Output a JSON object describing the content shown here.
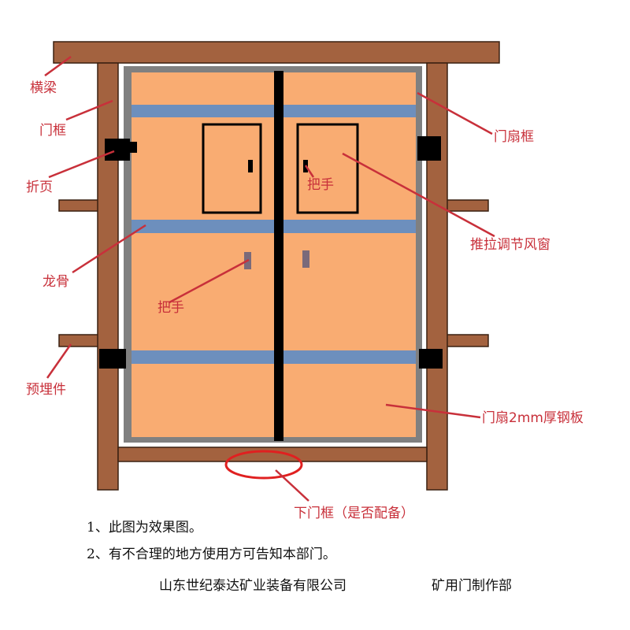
{
  "colors": {
    "wood": "#a3623f",
    "frame_gray": "#808080",
    "leaf_orange": "#f9ac72",
    "keel_blue": "#6d8fbd",
    "label_red": "#c8303a",
    "handle_gray": "#7a6a7a"
  },
  "labels": {
    "crossbeam": "横梁",
    "door_frame": "门框",
    "hinge": "折页",
    "keel": "龙骨",
    "handle_lower": "把手",
    "handle_upper": "把手",
    "sliding_vent": "推拉调节风窗",
    "leaf_frame": "门扇框",
    "leaf_plate": "门扇2mm厚钢板",
    "embedded_part": "预埋件",
    "bottom_frame": "下门框（是否配备）"
  },
  "notes": [
    "1、此图为效果图。",
    "2、有不合理的地方使用方可告知本部门。"
  ],
  "footer": {
    "company": "山东世纪泰达矿业装备有限公司",
    "department": "矿用门制作部"
  }
}
